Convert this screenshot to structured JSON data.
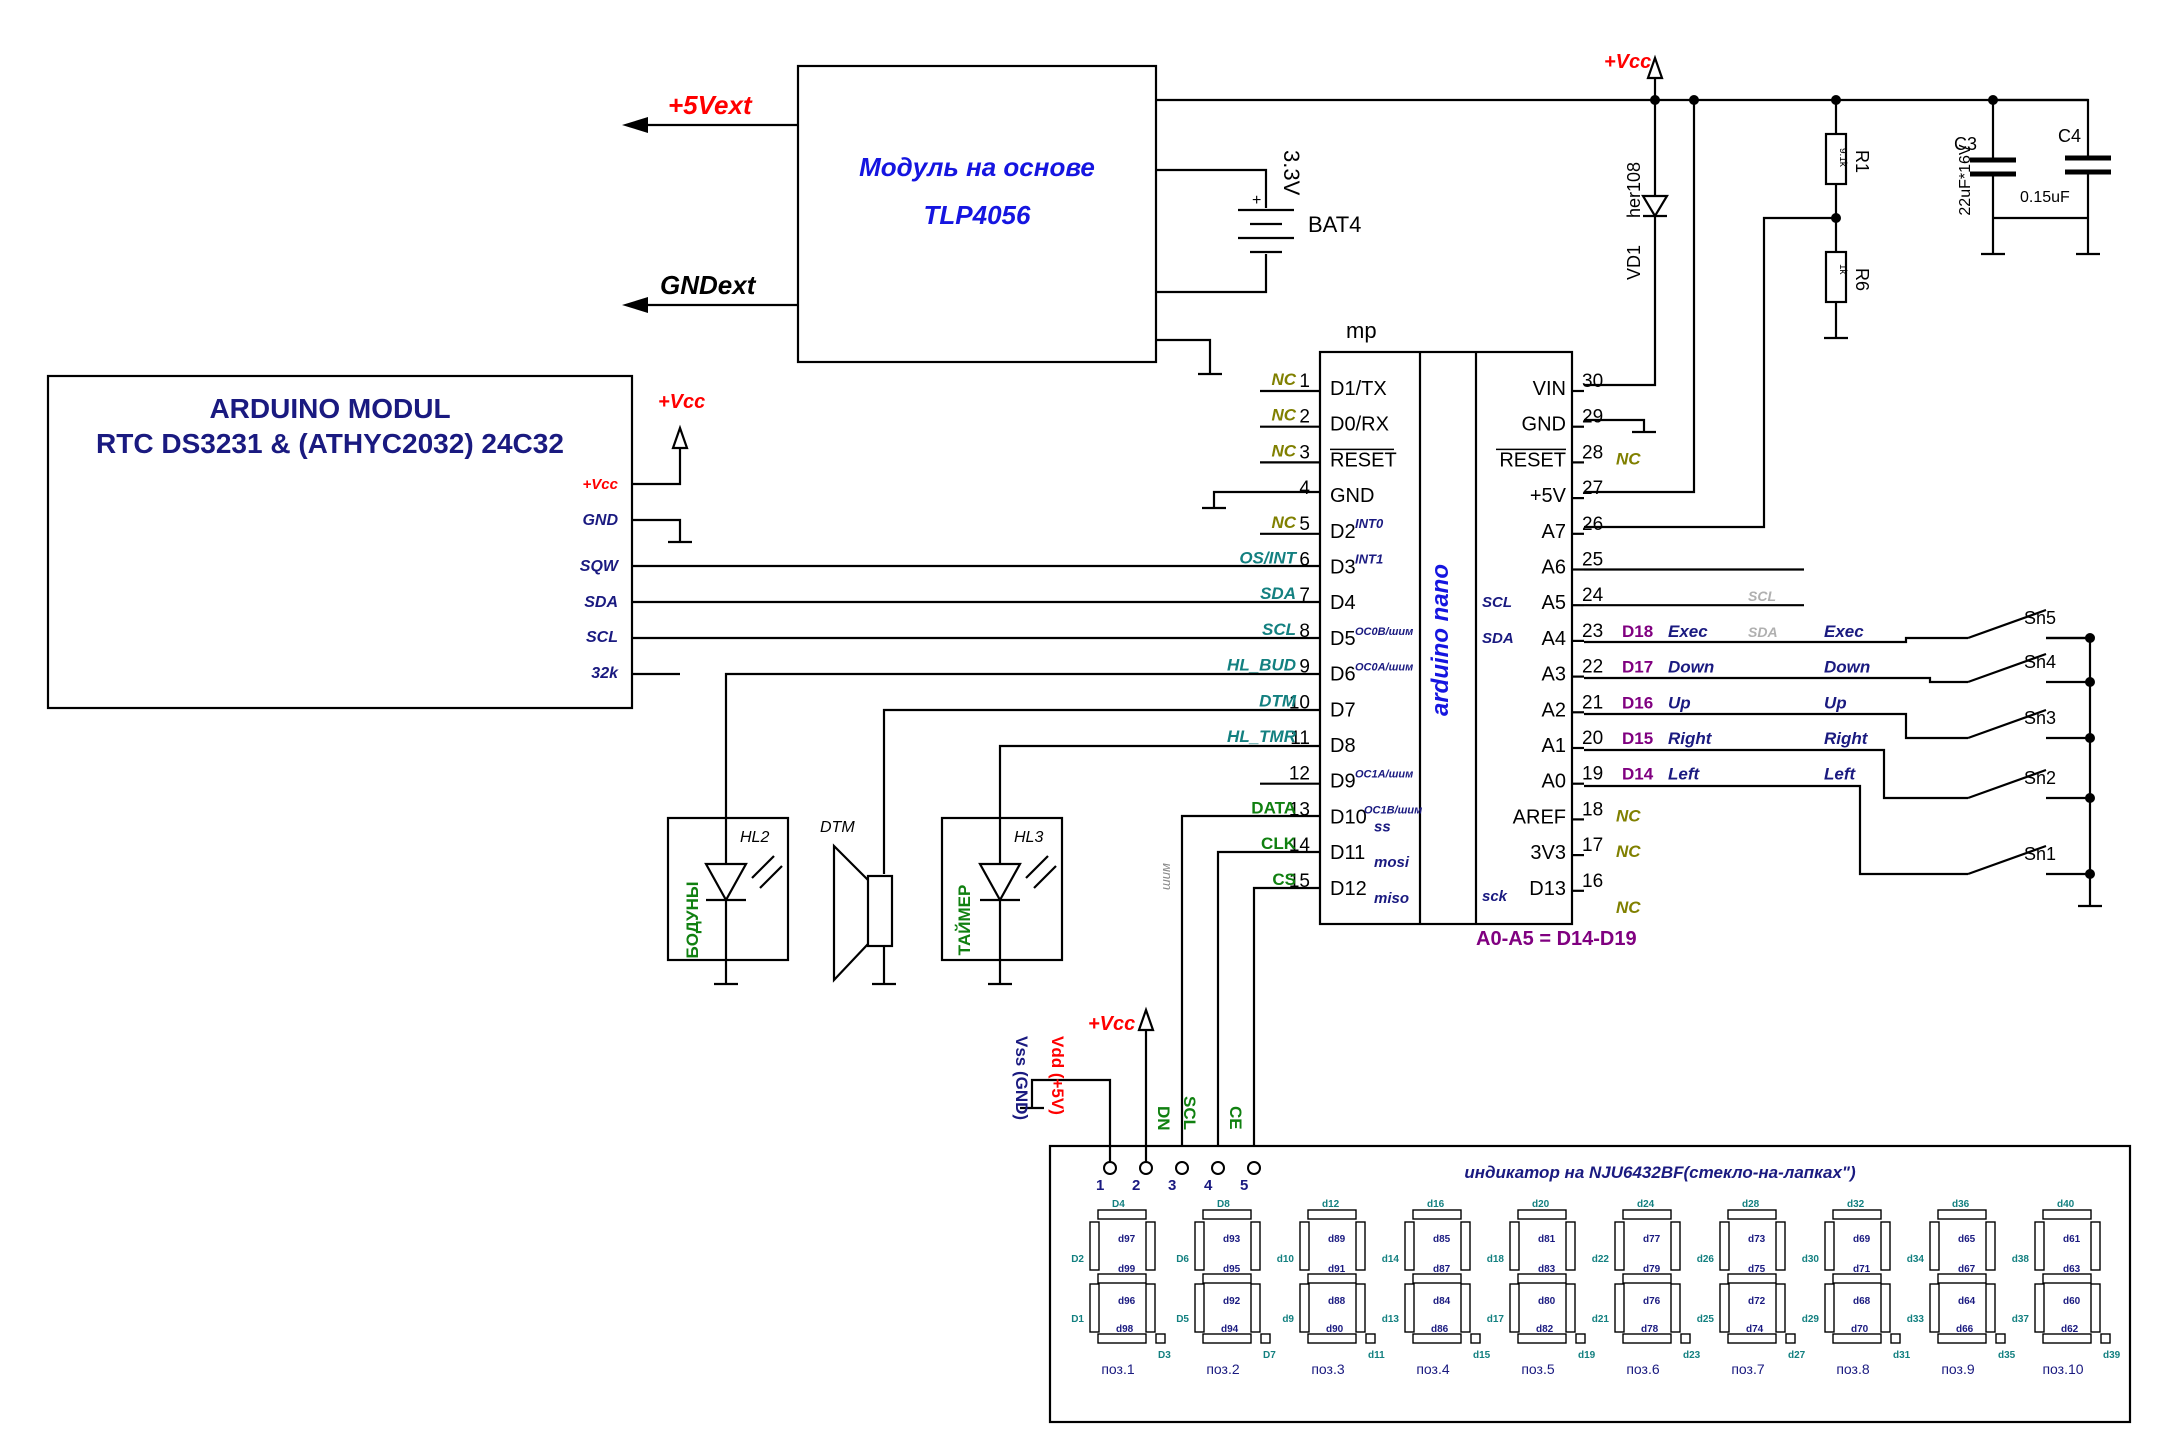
{
  "tlp_module": {
    "line1": "Модуль на основе",
    "line2": "TLP4056"
  },
  "power": {
    "out_plus": "+5Vext",
    "out_gnd": "GNDext",
    "vcc": "+Vcc"
  },
  "battery": {
    "name": "BAT4",
    "voltage": "3.3V"
  },
  "rtc": {
    "title1": "ARDUINO MODUL",
    "title2": "RTC DS3231 & (ATHYC2032) 24C32",
    "pins": [
      "+Vcc",
      "GND",
      "SQW",
      "SDA",
      "SCL",
      "32k"
    ],
    "vcc": "+Vcc"
  },
  "nano": {
    "ref": "mp",
    "name": "arduino nano",
    "note": "A0-A5 = D14-D19",
    "left_pins": [
      {
        "num": "1",
        "name": "D1/TX",
        "net": "NC"
      },
      {
        "num": "2",
        "name": "D0/RX",
        "net": "NC"
      },
      {
        "num": "3",
        "name": "RESET",
        "net": "NC"
      },
      {
        "num": "4",
        "name": "GND",
        "net": ""
      },
      {
        "num": "5",
        "name": "D2",
        "net": "NC",
        "sup": "INT0"
      },
      {
        "num": "6",
        "name": "D3",
        "net": "OS/INT",
        "sup": "INT1"
      },
      {
        "num": "7",
        "name": "D4",
        "net": "SDA"
      },
      {
        "num": "8",
        "name": "D5",
        "net": "SCL",
        "sup": "OC0B/шим"
      },
      {
        "num": "9",
        "name": "D6",
        "net": "HL_BUD",
        "sup": "OC0A/шим"
      },
      {
        "num": "10",
        "name": "D7",
        "net": "DTM"
      },
      {
        "num": "11",
        "name": "D8",
        "net": "HL_TMR"
      },
      {
        "num": "12",
        "name": "D9",
        "net": "",
        "sup": "OC1A/шим"
      },
      {
        "num": "13",
        "name": "D10",
        "net": "DATA",
        "sup": "OC1B/шим",
        "sub": "ss"
      },
      {
        "num": "14",
        "name": "D11",
        "net": "CLK",
        "sub": "mosi"
      },
      {
        "num": "15",
        "name": "D12",
        "net": "CS",
        "sub": "miso"
      }
    ],
    "right_pins": [
      {
        "num": "30",
        "name": "VIN",
        "net": ""
      },
      {
        "num": "29",
        "name": "GND",
        "net": ""
      },
      {
        "num": "28",
        "name": "RESET",
        "net": "NC"
      },
      {
        "num": "27",
        "name": "+5V",
        "net": ""
      },
      {
        "num": "26",
        "name": "A7",
        "net": ""
      },
      {
        "num": "25",
        "name": "A6",
        "net": ""
      },
      {
        "num": "24",
        "name": "A5",
        "net": "SCL",
        "pre": "SCL"
      },
      {
        "num": "23",
        "name": "A4",
        "net": "SDA",
        "pre": "SDA",
        "d": "D18",
        "fn": "Exec"
      },
      {
        "num": "22",
        "name": "A3",
        "d": "D17",
        "fn": "Down"
      },
      {
        "num": "21",
        "name": "A2",
        "d": "D16",
        "fn": "Up"
      },
      {
        "num": "20",
        "name": "A1",
        "d": "D15",
        "fn": "Right"
      },
      {
        "num": "19",
        "name": "A0",
        "d": "D14",
        "fn": "Left"
      },
      {
        "num": "18",
        "name": "AREF",
        "net": "NC"
      },
      {
        "num": "17",
        "name": "3V3",
        "net": "NC"
      },
      {
        "num": "16",
        "name": "D13",
        "net": "NC",
        "pre": "sck"
      }
    ]
  },
  "switches": [
    "Sn5",
    "Sn4",
    "Sn3",
    "Sn2",
    "Sn1"
  ],
  "passives": {
    "vd1": "VD1",
    "vd1_type": "her108",
    "r1": "R1",
    "r1_val": "9.1k",
    "r6": "R6",
    "r6_val": "1k",
    "c3": "C3",
    "c3_val": "22uF*16V",
    "c4": "C4",
    "c4_val": "0.15uF"
  },
  "leds": {
    "hl2": "HL2",
    "hl2_label": "БОДУНЫ",
    "hl3": "HL3",
    "hl3_label": "ТАЙМЕР",
    "dtm": "DTM",
    "pwm": "шим"
  },
  "display": {
    "title": "индикатор на NJU6432BF(стекло-на-лапках\")",
    "vcc": "+Vcc",
    "pins": [
      {
        "num": "1",
        "label": "Vss (GND)"
      },
      {
        "num": "2",
        "label": "Vdd (+5V)"
      },
      {
        "num": "3",
        "label": "DN"
      },
      {
        "num": "4",
        "label": "SCL"
      },
      {
        "num": "5",
        "label": "CE"
      }
    ],
    "digits": [
      {
        "pos": "поз.1",
        "top": "D4",
        "seg_a": "d97",
        "seg_b": "d99",
        "seg_c": "d96",
        "seg_d": "d98",
        "left_t": "D2",
        "left_b": "D1",
        "dp": "D3"
      },
      {
        "pos": "поз.2",
        "top": "D8",
        "seg_a": "d93",
        "seg_b": "d95",
        "seg_c": "d92",
        "seg_d": "d94",
        "left_t": "D6",
        "left_b": "D5",
        "dp": "D7"
      },
      {
        "pos": "поз.3",
        "top": "d12",
        "seg_a": "d89",
        "seg_b": "d91",
        "seg_c": "d88",
        "seg_d": "d90",
        "left_t": "d10",
        "left_b": "d9",
        "dp": "d11"
      },
      {
        "pos": "поз.4",
        "top": "d16",
        "seg_a": "d85",
        "seg_b": "d87",
        "seg_c": "d84",
        "seg_d": "d86",
        "left_t": "d14",
        "left_b": "d13",
        "dp": "d15"
      },
      {
        "pos": "поз.5",
        "top": "d20",
        "seg_a": "d81",
        "seg_b": "d83",
        "seg_c": "d80",
        "seg_d": "d82",
        "left_t": "d18",
        "left_b": "d17",
        "dp": "d19"
      },
      {
        "pos": "поз.6",
        "top": "d24",
        "seg_a": "d77",
        "seg_b": "d79",
        "seg_c": "d76",
        "seg_d": "d78",
        "left_t": "d22",
        "left_b": "d21",
        "dp": "d23"
      },
      {
        "pos": "поз.7",
        "top": "d28",
        "seg_a": "d73",
        "seg_b": "d75",
        "seg_c": "d72",
        "seg_d": "d74",
        "left_t": "d26",
        "left_b": "d25",
        "dp": "d27"
      },
      {
        "pos": "поз.8",
        "top": "d32",
        "seg_a": "d69",
        "seg_b": "d71",
        "seg_c": "d68",
        "seg_d": "d70",
        "left_t": "d30",
        "left_b": "d29",
        "dp": "d31"
      },
      {
        "pos": "поз.9",
        "top": "d36",
        "seg_a": "d65",
        "seg_b": "d67",
        "seg_c": "d64",
        "seg_d": "d66",
        "left_t": "d34",
        "left_b": "d33",
        "dp": "d35"
      },
      {
        "pos": "поз.10",
        "top": "d40",
        "seg_a": "d61",
        "seg_b": "d63",
        "seg_c": "d60",
        "seg_d": "d62",
        "left_t": "d38",
        "left_b": "d37",
        "dp": "d39"
      }
    ]
  }
}
